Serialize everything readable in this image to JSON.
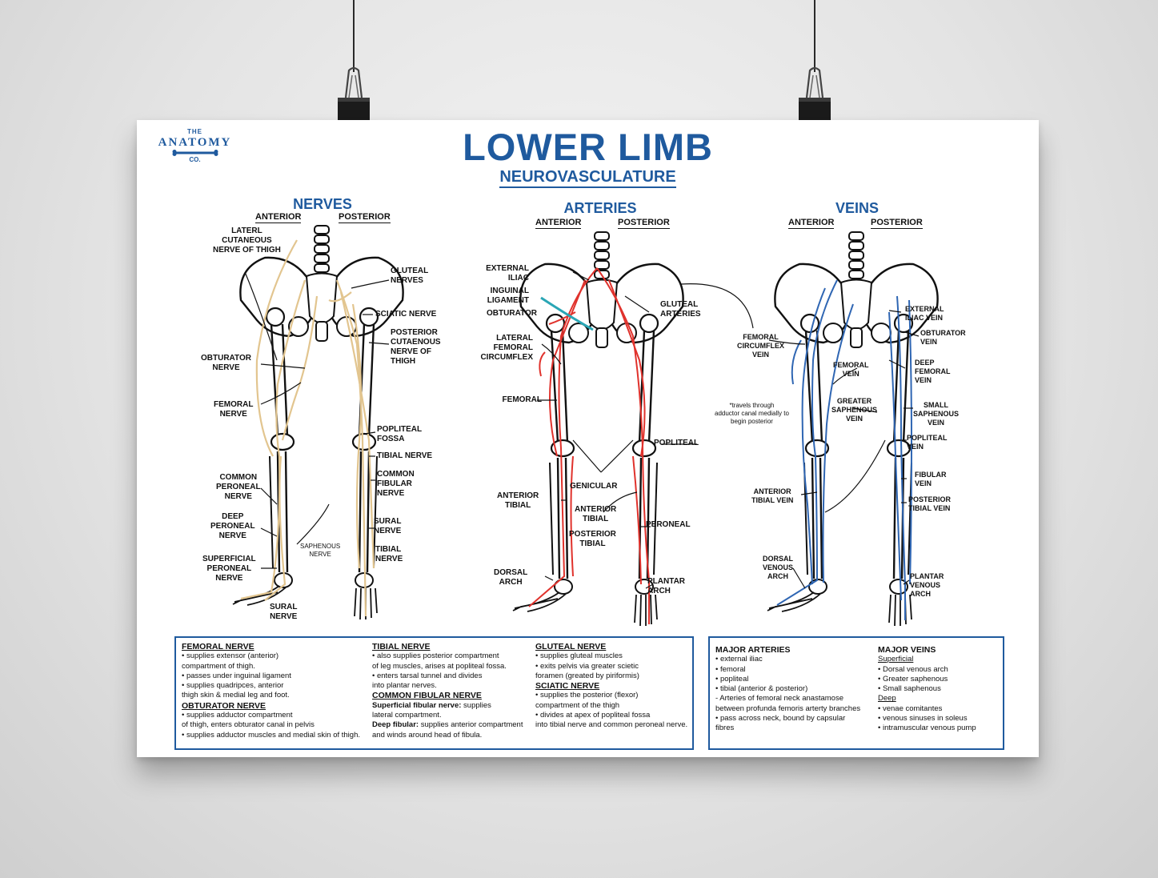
{
  "logo": {
    "the": "THE",
    "name": "ANATOMY",
    "co": "CO."
  },
  "title": "LOWER LIMB",
  "subtitle": "NEUROVASCULATURE",
  "colors": {
    "accent": "#1f5a9e",
    "nerve": "#e2c58f",
    "artery": "#e0322c",
    "vein": "#2f66b3"
  },
  "sections": {
    "nerves": {
      "title": "NERVES",
      "anterior": "ANTERIOR",
      "posterior": "POSTERIOR",
      "labels": {
        "lat_cut": "LATERL\nCUTANEOUS\nNERVE OF THIGH",
        "gluteal": "GLUTEAL\nNERVES",
        "sciatic": "SCIATIC NERVE",
        "post_cut": "POSTERIOR\nCUTAENOUS\nNERVE OF\nTHIGH",
        "obturator": "OBTURATOR\nNERVE",
        "femoral": "FEMORAL\nNERVE",
        "popliteal": "POPLITEAL\nFOSSA",
        "tibial": "TIBIAL NERVE",
        "common_fib": "COMMON\nFIBULAR\nNERVE",
        "common_per": "COMMON\nPERONEAL\nNERVE",
        "deep_per": "DEEP\nPERONEAL\nNERVE",
        "saphenous": "SAPHENOUS\nNERVE",
        "sural": "SURAL\nNERVE",
        "tibial2": "TIBIAL\nNERVE",
        "superficial": "SUPERFICIAL\nPERONEAL\nNERVE",
        "sural2": "SURAL\nNERVE"
      }
    },
    "arteries": {
      "title": "ARTERIES",
      "anterior": "ANTERIOR",
      "posterior": "POSTERIOR",
      "labels": {
        "ext_iliac": "EXTERNAL\nILIAC",
        "inguinal": "INGUINAL\nLIGAMENT",
        "obturator": "OBTURATOR",
        "gluteal": "GLUTEAL\nARTERIES",
        "lat_fem": "LATERAL\nFEMORAL\nCIRCUMFLEX",
        "femoral": "FEMORAL",
        "popliteal": "POPLITEAL",
        "genicular": "GENICULAR",
        "ant_tibial": "ANTERIOR\nTIBIAL",
        "ant_tibial2": "ANTERIOR\nTIBIAL",
        "peroneal": "PERONEAL",
        "post_tibial": "POSTERIOR\nTIBIAL",
        "dorsal": "DORSAL\nARCH",
        "plantar": "PLANTAR\nARCH"
      }
    },
    "veins": {
      "title": "VEINS",
      "anterior": "ANTERIOR",
      "posterior": "POSTERIOR",
      "labels": {
        "ext_iliac": "EXTERNAL\nILIAC VEIN",
        "obturator": "OBTURATOR\nVEIN",
        "fem_circ": "FEMORAL\nCIRCUMFLEX\nVEIN",
        "femoral": "FEMORAL\nVEIN",
        "deep_fem": "DEEP\nFEMORAL\nVEIN",
        "note": "*travels through\nadductor canal medially to\nbegin posterior",
        "greater": "GREATER\nSAPHENOUS\nVEIN",
        "small": "SMALL\nSAPHENOUS\nVEIN",
        "popliteal": "POPLITEAL\nVEIN",
        "fibular": "FIBULAR\nVEIN",
        "ant_tibial": "ANTERIOR\nTIBIAL VEIN",
        "post_tibial": "POSTERIOR\nTIBIAL VEIN",
        "dorsal": "DORSAL\nVENOUS\nARCH",
        "plantar": "PLANTAR\nVENOUS\nARCH"
      }
    }
  },
  "info": {
    "col1": {
      "h1": "FEMORAL NERVE",
      "l1": "• supplies extensor (anterior)",
      "l2": "compartment of thigh.",
      "l3": "• passes under inguinal ligament",
      "l4": "• supplies quadripces, anterior",
      "l5": "thigh skin & medial leg and foot.",
      "h2": "OBTURATOR NERVE",
      "l6": "• supplies adductor compartment",
      "l7": "of thigh, enters obturator canal in pelvis",
      "l8": "• supplies adductor muscles and medial skin of thigh."
    },
    "col2": {
      "h1": "TIBIAL NERVE",
      "l1": "• also supplies posterior compartment",
      "l2": "of leg muscles, arises at popliteal fossa.",
      "l3": "• enters tarsal tunnel and divides",
      "l4": "into plantar nerves.",
      "h2": "COMMON FIBULAR NERVE",
      "b1": "Superficial fibular nerve:",
      "l5": " supplies",
      "l6": "lateral compartment.",
      "b2": "Deep fibular:",
      "l7": " supplies anterior compartment",
      "l8": "and winds around head of fibula."
    },
    "col3": {
      "h1": "GLUTEAL NERVE",
      "l1": "• supplies gluteal muscles",
      "l2": "• exits pelvis via greater scietic",
      "l3": "foramen (greated by piriformis)",
      "h2": "SCIATIC NERVE",
      "l4": "• supplies the posterior (flexor)",
      "l5": "compartment of the thigh",
      "l6": "• divides at apex of popliteal fossa",
      "l7": "into tibial nerve and common peroneal nerve."
    },
    "arteries": {
      "h": "MAJOR ARTERIES",
      "l1": "• external iliac",
      "l2": "• femoral",
      "l3": "• popliteal",
      "l4": "• tibial (anterior & posterior)",
      "l5": "- Arteries of femoral neck anastamose",
      "l6": "between profunda femoris arterty branches",
      "l7": "• pass across neck, bound by capsular",
      "l8": "fibres"
    },
    "veins": {
      "h": "MAJOR VEINS",
      "s1": "Superficial",
      "l1": "• Dorsal venous arch",
      "l2": "• Greater saphenous",
      "l3": "• Small saphenous",
      "s2": "Deep",
      "l4": "• venae comitantes",
      "l5": "• venous sinuses in soleus",
      "l6": "• intramuscular venous pump"
    }
  }
}
